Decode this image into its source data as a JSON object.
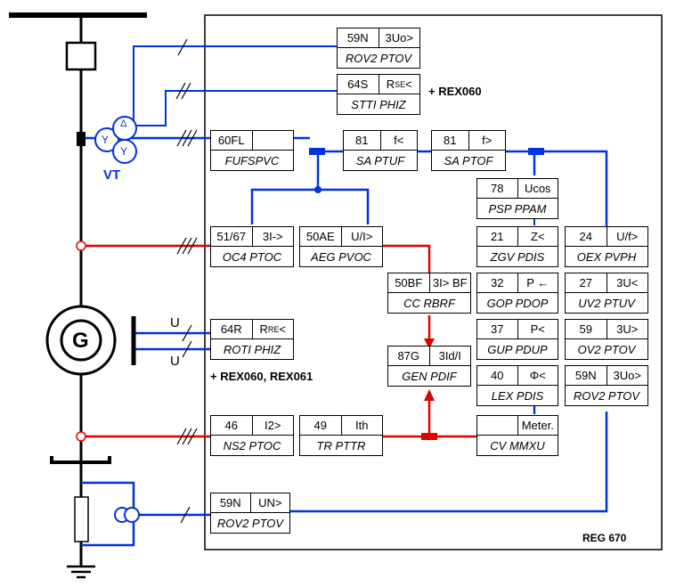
{
  "labels": {
    "vt": "VT",
    "generator": "G",
    "u_upper": "U",
    "u_lower": "U",
    "rex060": "+ REX060",
    "rex060_061": "+ REX060, REX061",
    "ied": "REG 670",
    "delta": "Δ",
    "wye1": "Y",
    "wye2": "Y"
  },
  "blocks": [
    {
      "id": "rov2-ptov-top",
      "code": "59N",
      "symbol": "3Uo>",
      "name": "ROV2 PTOV"
    },
    {
      "id": "stti-phiz",
      "code": "64S",
      "symbol": "RSE<",
      "symbol_main": "R",
      "symbol_sub": "SE",
      "symbol_tail": "<",
      "name": "STTI PHIZ"
    },
    {
      "id": "fufspvc",
      "code": "60FL",
      "symbol": "",
      "name": "FUFSPVC"
    },
    {
      "id": "sa-ptuf",
      "code": "81",
      "symbol": "f<",
      "name": "SA PTUF"
    },
    {
      "id": "sa-ptof",
      "code": "81",
      "symbol": "f>",
      "name": "SA PTOF"
    },
    {
      "id": "psp-ppam",
      "code": "78",
      "symbol": "Ucos",
      "name": "PSP PPAM"
    },
    {
      "id": "oc4-ptoc",
      "code": "51/67",
      "symbol": "3I->",
      "name": "OC4 PTOC"
    },
    {
      "id": "aeg-pvoc",
      "code": "50AE",
      "symbol": "U/I>",
      "name": "AEG PVOC"
    },
    {
      "id": "zgv-pdis",
      "code": "21",
      "symbol": "Z<",
      "name": "ZGV PDIS"
    },
    {
      "id": "oex-pvph",
      "code": "24",
      "symbol": "U/f>",
      "name": "OEX PVPH"
    },
    {
      "id": "cc-rbrf",
      "code": "50BF",
      "symbol": "3I> BF",
      "name": "CC RBRF"
    },
    {
      "id": "gop-pdop",
      "code": "32",
      "symbol": "P ←",
      "name": "GOP PDOP"
    },
    {
      "id": "uv2-ptuv",
      "code": "27",
      "symbol": "3U<",
      "name": "UV2 PTUV"
    },
    {
      "id": "roti-phiz",
      "code": "64R",
      "symbol": "RRE<",
      "symbol_main": "R",
      "symbol_sub": "RE",
      "symbol_tail": "<",
      "name": "ROTI PHIZ"
    },
    {
      "id": "gup-pdup",
      "code": "37",
      "symbol": "P<",
      "name": "GUP PDUP"
    },
    {
      "id": "ov2-ptov",
      "code": "59",
      "symbol": "3U>",
      "name": "OV2 PTOV"
    },
    {
      "id": "gen-pdif",
      "code": "87G",
      "symbol": "3Id/I",
      "name": "GEN PDIF"
    },
    {
      "id": "lex-pdis",
      "code": "40",
      "symbol": "Φ<",
      "name": "LEX PDIS"
    },
    {
      "id": "rov2-ptov-mid",
      "code": "59N",
      "symbol": "3Uo>",
      "name": "ROV2 PTOV"
    },
    {
      "id": "ns2-ptoc",
      "code": "46",
      "symbol": "I2>",
      "name": "NS2 PTOC"
    },
    {
      "id": "tr-pttr",
      "code": "49",
      "symbol": "Ith",
      "name": "TR PTTR"
    },
    {
      "id": "cv-mmxu",
      "code": "",
      "symbol": "Meter.",
      "name": "CV MMXU"
    },
    {
      "id": "rov2-ptov-bottom",
      "code": "59N",
      "symbol": "UN>",
      "name": "ROV2 PTOV"
    }
  ],
  "colors": {
    "red": "#e00000",
    "blue": "#0033dd",
    "black": "#000000"
  }
}
